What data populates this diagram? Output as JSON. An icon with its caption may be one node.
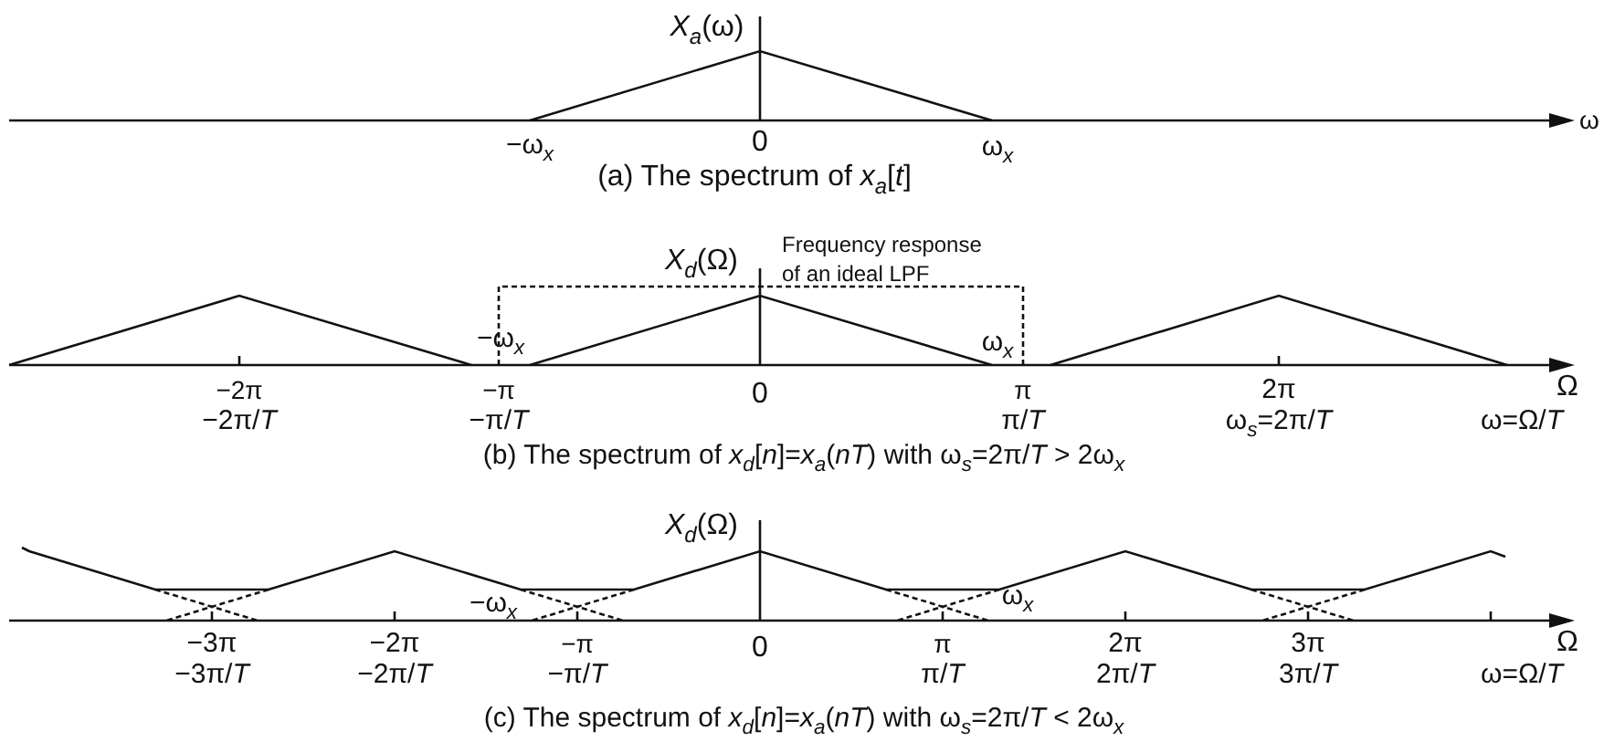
{
  "diagram": {
    "labels": [
      "*X*$_{a}$(ω)",
      "ω",
      "−ω$_{x}$",
      "0",
      "ω$_{x}$",
      "(a) The spectrum of *x*$_{a}$[*t*]",
      "*X*$_{d}$(Ω)",
      "Frequency response of an ideal LPF",
      "−ω$_{x}$",
      "ω$_{x}$",
      "−2π",
      "−2π/*T*",
      "−π",
      "−π/*T*",
      "0",
      "π",
      "π/*T*",
      "2π",
      "ω$_{s}$=2π/*T*",
      "Ω",
      "ω=Ω/*T*",
      "(b) The spectrum of *x*$_{d}$[*n*]=*x*$_{a}$(*nT*) with ω$_{s}$=2π/*T* > 2ω$_{x}$",
      "*X*$_{d}$(Ω)",
      "−ω$_{x}$",
      "ω$_{x}$",
      "−3π",
      "−3π/*T*",
      "−2π",
      "−2π/*T*",
      "−π",
      "−π/*T*",
      "0",
      "π",
      "π/*T*",
      "2π",
      "2π/*T*",
      "3π",
      "3π/*T*",
      "Ω",
      "ω=Ω/*T*",
      "(c) The spectrum of *x*$_{d}$[*n*]=*x*$_{a}$(*nT*) with ω$_{s}$=2π/*T* < 2ω$_{x}$"
    ]
  }
}
